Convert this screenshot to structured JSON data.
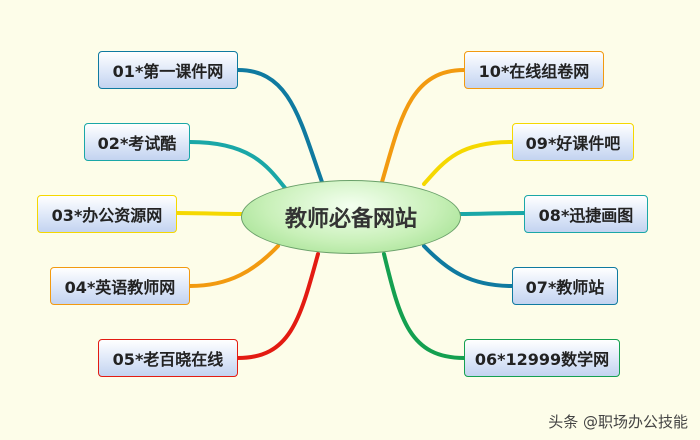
{
  "center": {
    "label": "教师必备网站"
  },
  "nodes": [
    {
      "id": "n01",
      "label": "01*第一课件网",
      "color": "#0f7aa0"
    },
    {
      "id": "n02",
      "label": "02*考试酷",
      "color": "#1aa7a7"
    },
    {
      "id": "n03",
      "label": "03*办公资源网",
      "color": "#f5d800"
    },
    {
      "id": "n04",
      "label": "04*英语教师网",
      "color": "#f29a10"
    },
    {
      "id": "n05",
      "label": "05*老百晓在线",
      "color": "#e31b12"
    },
    {
      "id": "n06",
      "label": "06*12999数学网",
      "color": "#14a050"
    },
    {
      "id": "n07",
      "label": "07*教师站",
      "color": "#0f7aa0"
    },
    {
      "id": "n08",
      "label": "08*迅捷画图",
      "color": "#1aa7a7"
    },
    {
      "id": "n09",
      "label": "09*好课件吧",
      "color": "#f5d800"
    },
    {
      "id": "n10",
      "label": "10*在线组卷网",
      "color": "#f29a10"
    }
  ],
  "watermark": "头条 @职场办公技能"
}
